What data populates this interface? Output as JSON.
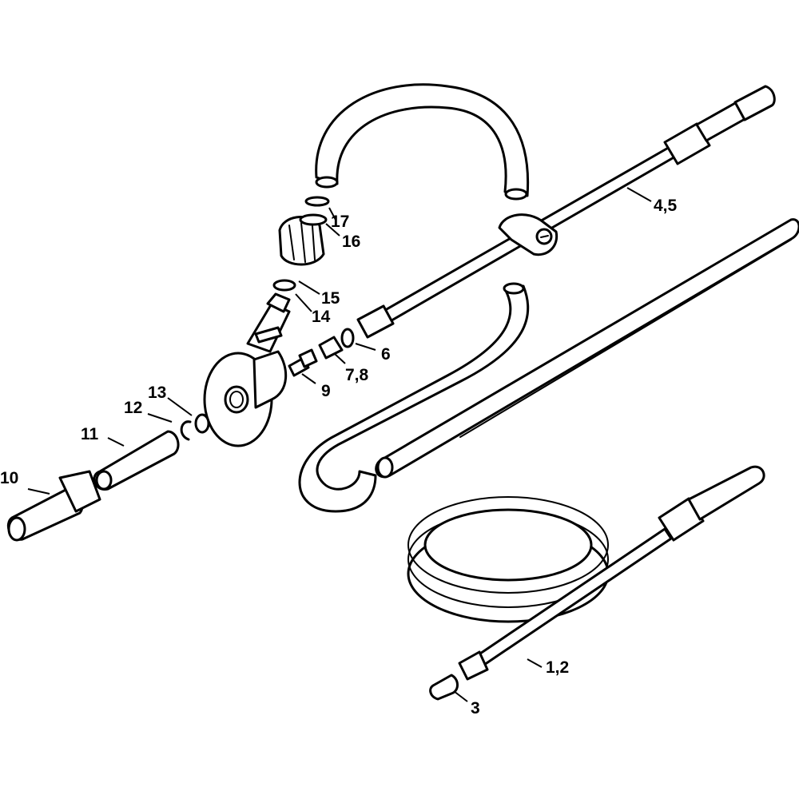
{
  "callouts": {
    "c1_2": "1,2",
    "c3": "3",
    "c4_5": "4,5",
    "c6": "6",
    "c7_8": "7,8",
    "c9": "9",
    "c10": "10",
    "c11": "11",
    "c12": "12",
    "c13": "13",
    "c14": "14",
    "c15": "15",
    "c16": "16",
    "c17": "17"
  }
}
